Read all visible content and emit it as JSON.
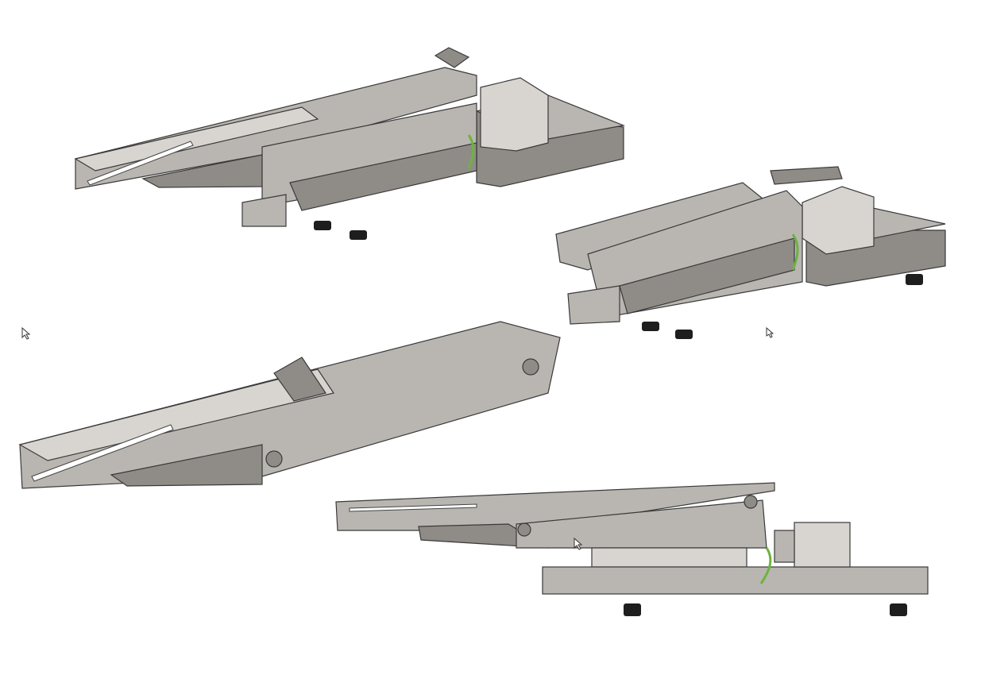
{
  "colors": {
    "background": "#ffffff",
    "steel": "#b9b6b1",
    "steel_dark": "#8f8c87",
    "steel_light": "#d8d5d0",
    "rubber_feet": "#1e1e1e",
    "ground_wire": "#6db33f"
  },
  "views": [
    {
      "id": "feeder-assembly-iso-left"
    },
    {
      "id": "feeder-assembly-iso-right"
    },
    {
      "id": "feeder-trough"
    },
    {
      "id": "feeder-assembly-side"
    }
  ]
}
